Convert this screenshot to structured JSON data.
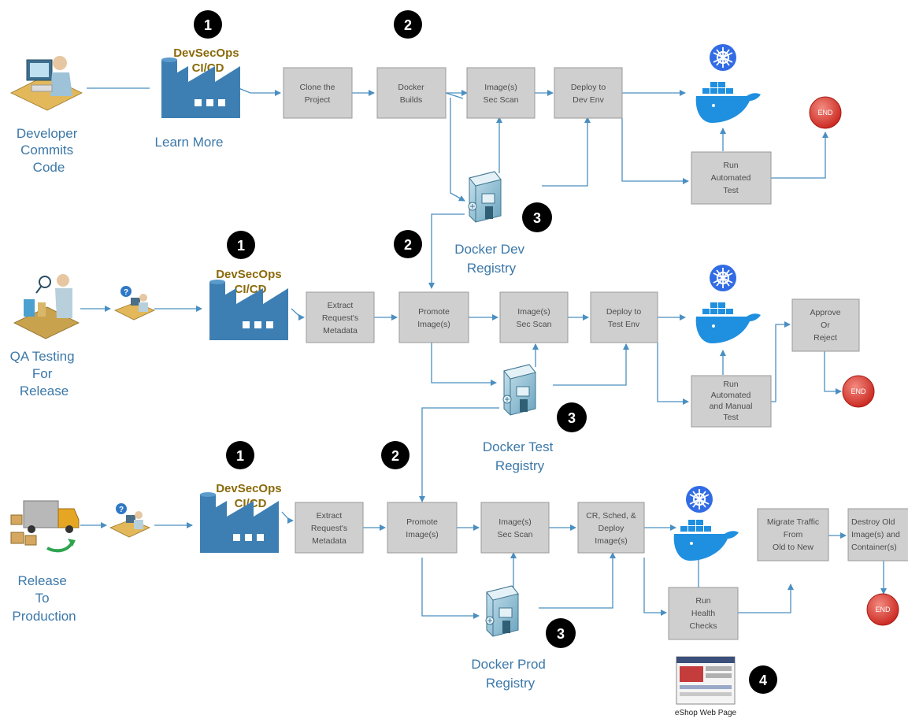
{
  "lanes": {
    "dev": {
      "actor": [
        "Developer",
        "Commits",
        "Code"
      ],
      "cicd": [
        "DevSecOps",
        "CI/CD"
      ],
      "learn_more": "Learn More",
      "badges": [
        "1",
        "2",
        "3"
      ],
      "steps": {
        "clone": [
          "Clone the",
          "Project"
        ],
        "builds": [
          "Docker",
          "Builds"
        ],
        "scan": [
          "Image(s)",
          "Sec Scan"
        ],
        "deploy": [
          "Deploy to",
          "Dev Env"
        ],
        "test": [
          "Run",
          "Automated",
          "Test"
        ]
      },
      "registry": [
        "Docker Dev",
        "Registry"
      ],
      "end": "END"
    },
    "qa": {
      "actor": [
        "QA Testing",
        "For",
        "Release"
      ],
      "cicd": [
        "DevSecOps",
        "CI/CD"
      ],
      "badges": [
        "1",
        "2",
        "3"
      ],
      "steps": {
        "extract": [
          "Extract",
          "Request's",
          "Metadata"
        ],
        "promote": [
          "Promote",
          "Image(s)"
        ],
        "scan": [
          "Image(s)",
          "Sec Scan"
        ],
        "deploy": [
          "Deploy to",
          "Test Env"
        ],
        "test": [
          "Run",
          "Automated",
          "and Manual",
          "Test"
        ],
        "approve": [
          "Approve",
          "Or",
          "Reject"
        ]
      },
      "registry": [
        "Docker Test",
        "Registry"
      ],
      "end": "END"
    },
    "prod": {
      "actor": [
        "Release",
        "To",
        "Production"
      ],
      "cicd": [
        "DevSecOps",
        "CI/CD"
      ],
      "badges": [
        "1",
        "2",
        "3",
        "4"
      ],
      "steps": {
        "extract": [
          "Extract",
          "Request's",
          "Metadata"
        ],
        "promote": [
          "Promote",
          "Image(s)"
        ],
        "scan": [
          "Image(s)",
          "Sec Scan"
        ],
        "deploy": [
          "CR, Sched, &",
          "Deploy",
          "Image(s)"
        ],
        "health": [
          "Run",
          "Health",
          "Checks"
        ],
        "migrate": [
          "Migrate Traffic",
          "From",
          "Old to New"
        ],
        "destroy": [
          "Destroy Old",
          "Image(s) and",
          "Container(s)"
        ]
      },
      "registry": [
        "Docker Prod",
        "Registry"
      ],
      "webpage": "eShop Web Page",
      "end": "END"
    }
  },
  "colors": {
    "wire": "#4a8fc1",
    "box_fill": "#cfcfcf",
    "factory": "#3d7fb3",
    "label_blue": "#3c78a8",
    "label_gold": "#8a6a0a",
    "docker_blue": "#1f8fe0",
    "k8s_blue": "#326ce5",
    "end_red": "#d9342b",
    "registry_teal": "#7fb2c9"
  }
}
